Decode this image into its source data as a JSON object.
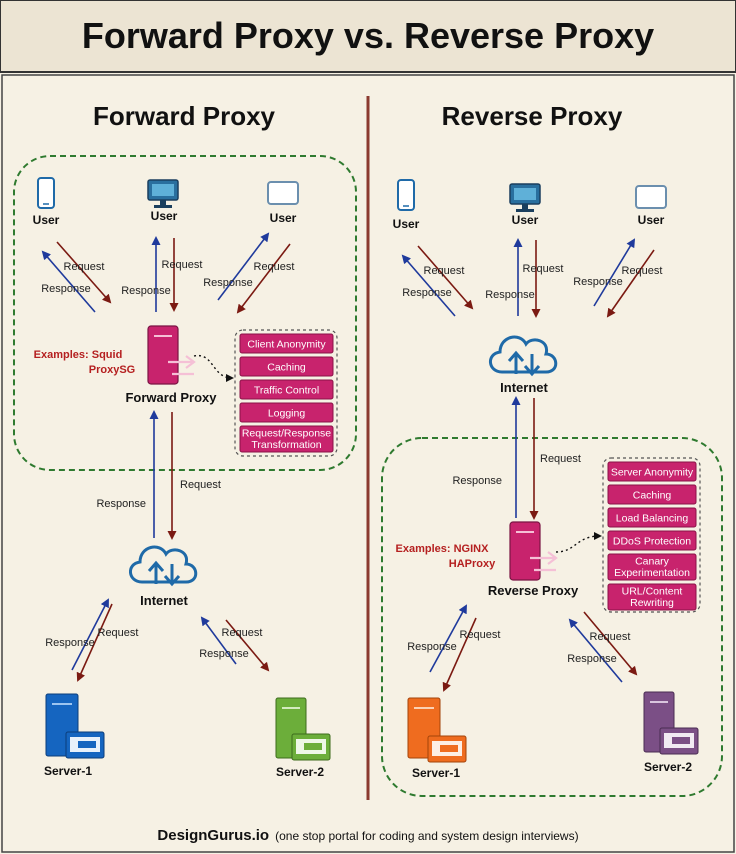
{
  "title": "Forward Proxy vs. Reverse Proxy",
  "forward": {
    "heading": "Forward Proxy",
    "users": [
      "User",
      "User",
      "User"
    ],
    "request_label": "Request",
    "response_label": "Response",
    "examples_line1": "Examples: Squid",
    "examples_line2": "ProxySG",
    "proxy_label": "Forward Proxy",
    "features": [
      "Client Anonymity",
      "Caching",
      "Traffic Control",
      "Logging",
      [
        "Request/Response",
        "Transformation"
      ]
    ],
    "internet_label": "Internet",
    "servers": [
      "Server-1",
      "Server-2"
    ]
  },
  "reverse": {
    "heading": "Reverse Proxy",
    "users": [
      "User",
      "User",
      "User"
    ],
    "request_label": "Request",
    "response_label": "Response",
    "internet_label": "Internet",
    "examples_line1": "Examples: NGINX",
    "examples_line2": "HAProxy",
    "proxy_label": "Reverse Proxy",
    "features": [
      "Server Anonymity",
      "Caching",
      "Load Balancing",
      "DDoS Protection",
      [
        "Canary",
        "Experimentation"
      ],
      [
        "URL/Content",
        "Rewriting"
      ]
    ],
    "servers": [
      "Server-1",
      "Server-2"
    ]
  },
  "footer": {
    "brand": "DesignGurus.io",
    "tagline": "(one stop portal for coding and system design interviews)"
  },
  "colors": {
    "background": "#f6f1e4",
    "request_arrow": "#7b1a12",
    "response_arrow": "#1f3a9c",
    "proxy": "#c8236d",
    "feature_box": "#c8236d",
    "cloud": "#1f6aa8",
    "dashed_group": "#2f7a2f",
    "divider": "#8b3a2f",
    "server_blue": "#1565c0",
    "server_green": "#6cae3a",
    "server_orange": "#ef6c1f",
    "server_purple": "#7b4f86",
    "examples_text": "#b52020"
  },
  "icons": [
    "mobile-phone-icon",
    "desktop-monitor-icon",
    "tablet-icon",
    "server-icon",
    "cloud-internet-icon"
  ]
}
